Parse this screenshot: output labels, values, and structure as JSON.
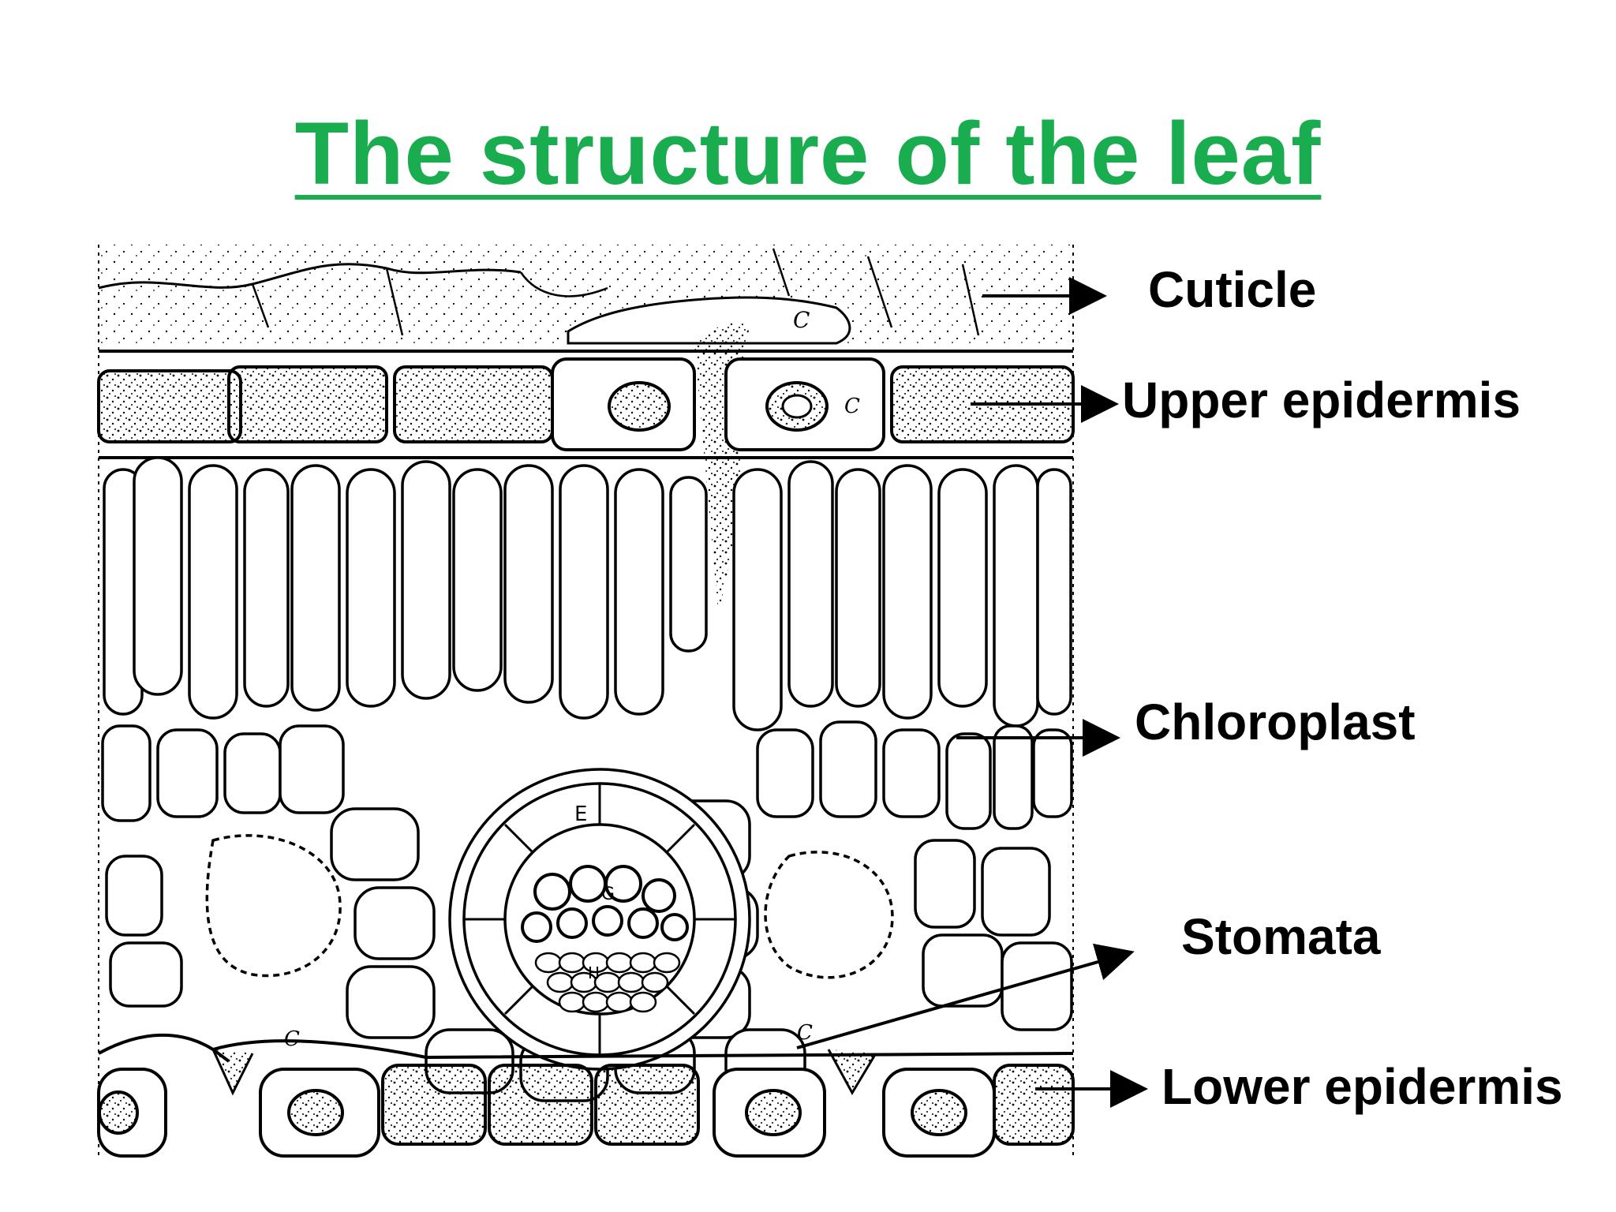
{
  "title": "The structure of the leaf",
  "colors": {
    "title": "#1aad4f",
    "ink": "#000000"
  },
  "labels": {
    "cuticle": "Cuticle",
    "upper_epidermis": "Upper epidermis",
    "chloroplast": "Chloroplast",
    "stomata": "Stomata",
    "lower_epidermis": "Lower epidermis"
  },
  "cell_letters": {
    "c": "C",
    "e": "E",
    "g": "G",
    "h": "H"
  }
}
